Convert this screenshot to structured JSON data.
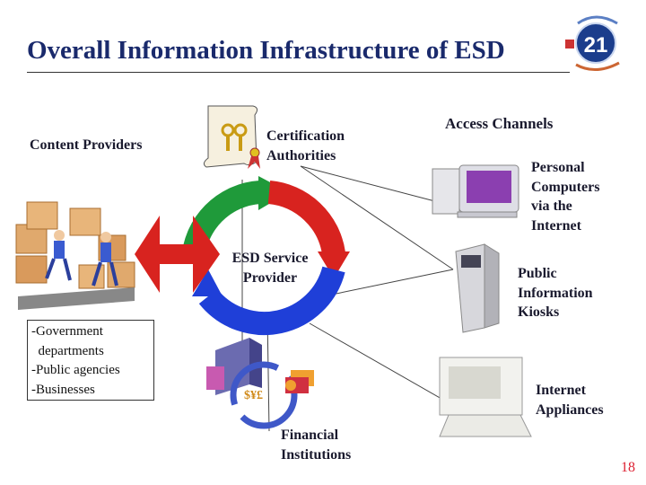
{
  "slide": {
    "title": "Overall Information Infrastructure of ESD",
    "page_number": "18"
  },
  "logo": {
    "icon": "digital-21-hong-kong-logo",
    "text": "21"
  },
  "diagram": {
    "content_providers": "Content Providers",
    "certification_authorities": [
      "Certification",
      "Authorities"
    ],
    "esd_service_provider": [
      "ESD Service",
      "Provider"
    ],
    "financial_institutions": [
      "Financial",
      "Institutions"
    ],
    "access_channels": "Access Channels",
    "personal_computers": [
      "Personal",
      "Computers",
      "via the",
      "Internet"
    ],
    "public_kiosks": [
      "Public",
      "Information",
      "Kiosks"
    ],
    "internet_appliances": [
      "Internet",
      "Appliances"
    ],
    "provider_list": [
      "-Government",
      "  departments",
      "-Public agencies",
      "-Businesses"
    ]
  },
  "colors": {
    "title": "#1a2a6c",
    "cycle_green": "#1f9a3a",
    "cycle_red": "#d8231f",
    "cycle_blue": "#1f3fd8",
    "provider_arrow": "#d8231f",
    "page_number": "#d82233"
  }
}
